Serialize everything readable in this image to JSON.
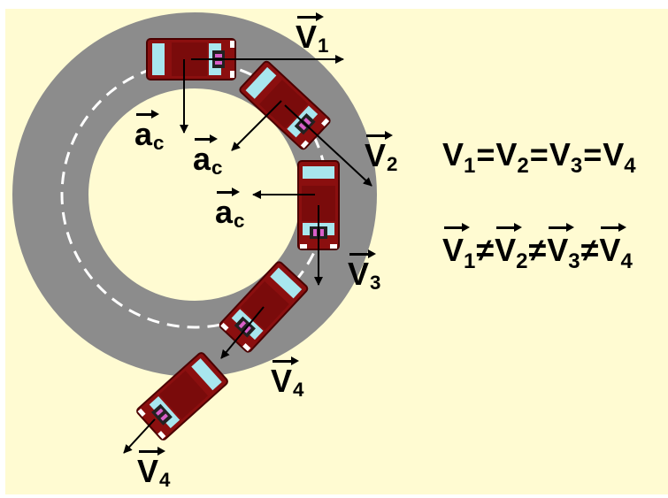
{
  "vectors": {
    "v1": {
      "letter": "V",
      "sub": "1"
    },
    "v2": {
      "letter": "V",
      "sub": "2"
    },
    "v3": {
      "letter": "V",
      "sub": "3"
    },
    "v4": {
      "letter": "V",
      "sub": "4"
    },
    "v4_outer": {
      "letter": "V",
      "sub": "4"
    },
    "ac_1": {
      "letter": "a",
      "sub": "c"
    },
    "ac_2": {
      "letter": "a",
      "sub": "c"
    },
    "ac_3": {
      "letter": "a",
      "sub": "c"
    }
  },
  "equations": {
    "speeds_equal": {
      "terms": [
        {
          "letter": "V",
          "sub": "1"
        },
        {
          "letter": "V",
          "sub": "2"
        },
        {
          "letter": "V",
          "sub": "3"
        },
        {
          "letter": "V",
          "sub": "4"
        }
      ],
      "operator": "="
    },
    "velocities_not_equal": {
      "terms": [
        {
          "letter": "V",
          "sub": "1"
        },
        {
          "letter": "V",
          "sub": "2"
        },
        {
          "letter": "V",
          "sub": "3"
        },
        {
          "letter": "V",
          "sub": "4"
        }
      ],
      "operator": "≠"
    }
  },
  "colors": {
    "background": "#fffbd2",
    "road": "#8c8c8c",
    "lane_marking": "#ffffff",
    "car_body": "#8b0f0f",
    "car_glass": "#a8e6ee",
    "arrow": "#000000"
  }
}
